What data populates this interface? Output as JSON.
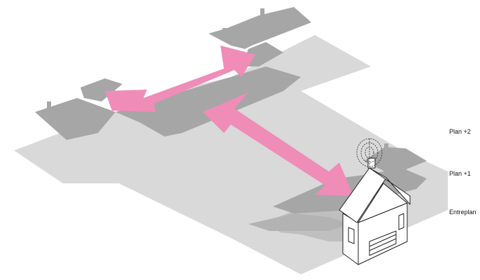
{
  "levels": {
    "plan_2": "Plan +2",
    "plan_1": "Plan +1",
    "entreplan": "Entreplan"
  },
  "colors": {
    "floor_light": "#d9d9d9",
    "floor_mid": "#bfbfbf",
    "floor_dark": "#a6a6a6",
    "arrow": "#f08cb8",
    "building_stroke": "#222222",
    "building_fill": "#ffffff"
  },
  "icons": {
    "building": "isometric-house-icon",
    "entrance": "rotating-sign-icon"
  }
}
